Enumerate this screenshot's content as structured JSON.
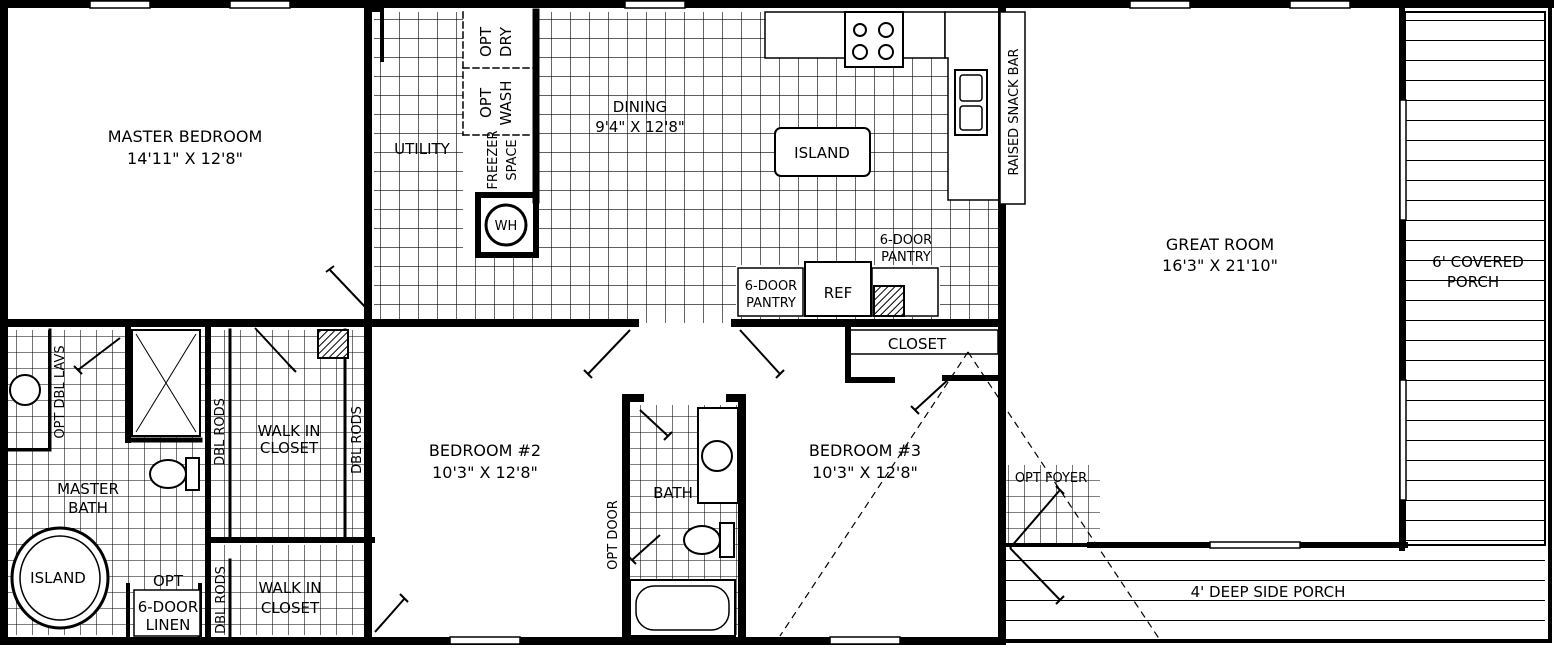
{
  "plan": {
    "rooms": {
      "master_bedroom": {
        "name": "MASTER BEDROOM",
        "size": "14'11\" X 12'8\""
      },
      "utility": {
        "name": "UTILITY"
      },
      "dining": {
        "name": "DINING",
        "size": "9'4\" X 12'8\""
      },
      "great_room": {
        "name": "GREAT ROOM",
        "size": "16'3\" X 21'10\""
      },
      "bedroom2": {
        "name": "BEDROOM #2",
        "size": "10'3\" X 12'8\""
      },
      "bedroom3": {
        "name": "BEDROOM #3",
        "size": "10'3\" X 12'8\""
      },
      "master_bath": {
        "name1": "MASTER",
        "name2": "BATH"
      },
      "bath": {
        "name": "BATH"
      },
      "walk_in_closet_1": {
        "name1": "WALK IN",
        "name2": "CLOSET"
      },
      "walk_in_closet_2": {
        "name1": "WALK IN",
        "name2": "CLOSET"
      },
      "closet": {
        "name": "CLOSET"
      },
      "covered_porch": {
        "name1": "6' COVERED",
        "name2": "PORCH"
      },
      "side_porch": {
        "name": "4' DEEP SIDE PORCH"
      },
      "opt_foyer": {
        "name": "OPT FOYER"
      }
    },
    "fixtures": {
      "opt_dry": {
        "line1": "OPT",
        "line2": "DRY"
      },
      "opt_wash": {
        "line1": "OPT",
        "line2": "WASH"
      },
      "freezer_space": {
        "line1": "FREEZER",
        "line2": "SPACE"
      },
      "water_heater": "WH",
      "island_kitchen": "ISLAND",
      "raised_snack_bar": "RAISED SNACK BAR",
      "pantry_left": {
        "line1": "6-DOOR",
        "line2": "PANTRY"
      },
      "pantry_right": {
        "line1": "6-DOOR",
        "line2": "PANTRY"
      },
      "refrigerator": "REF",
      "opt_dbl_lavs": "OPT DBL LAVS",
      "dbl_rods_1": "DBL RODS",
      "dbl_rods_2": "DBL RODS",
      "dbl_rods_3": "DBL RODS",
      "island_tub": "ISLAND",
      "opt_linen": "OPT",
      "linen": {
        "line1": "6-DOOR",
        "line2": "LINEN"
      },
      "opt_door": "OPT DOOR"
    }
  }
}
